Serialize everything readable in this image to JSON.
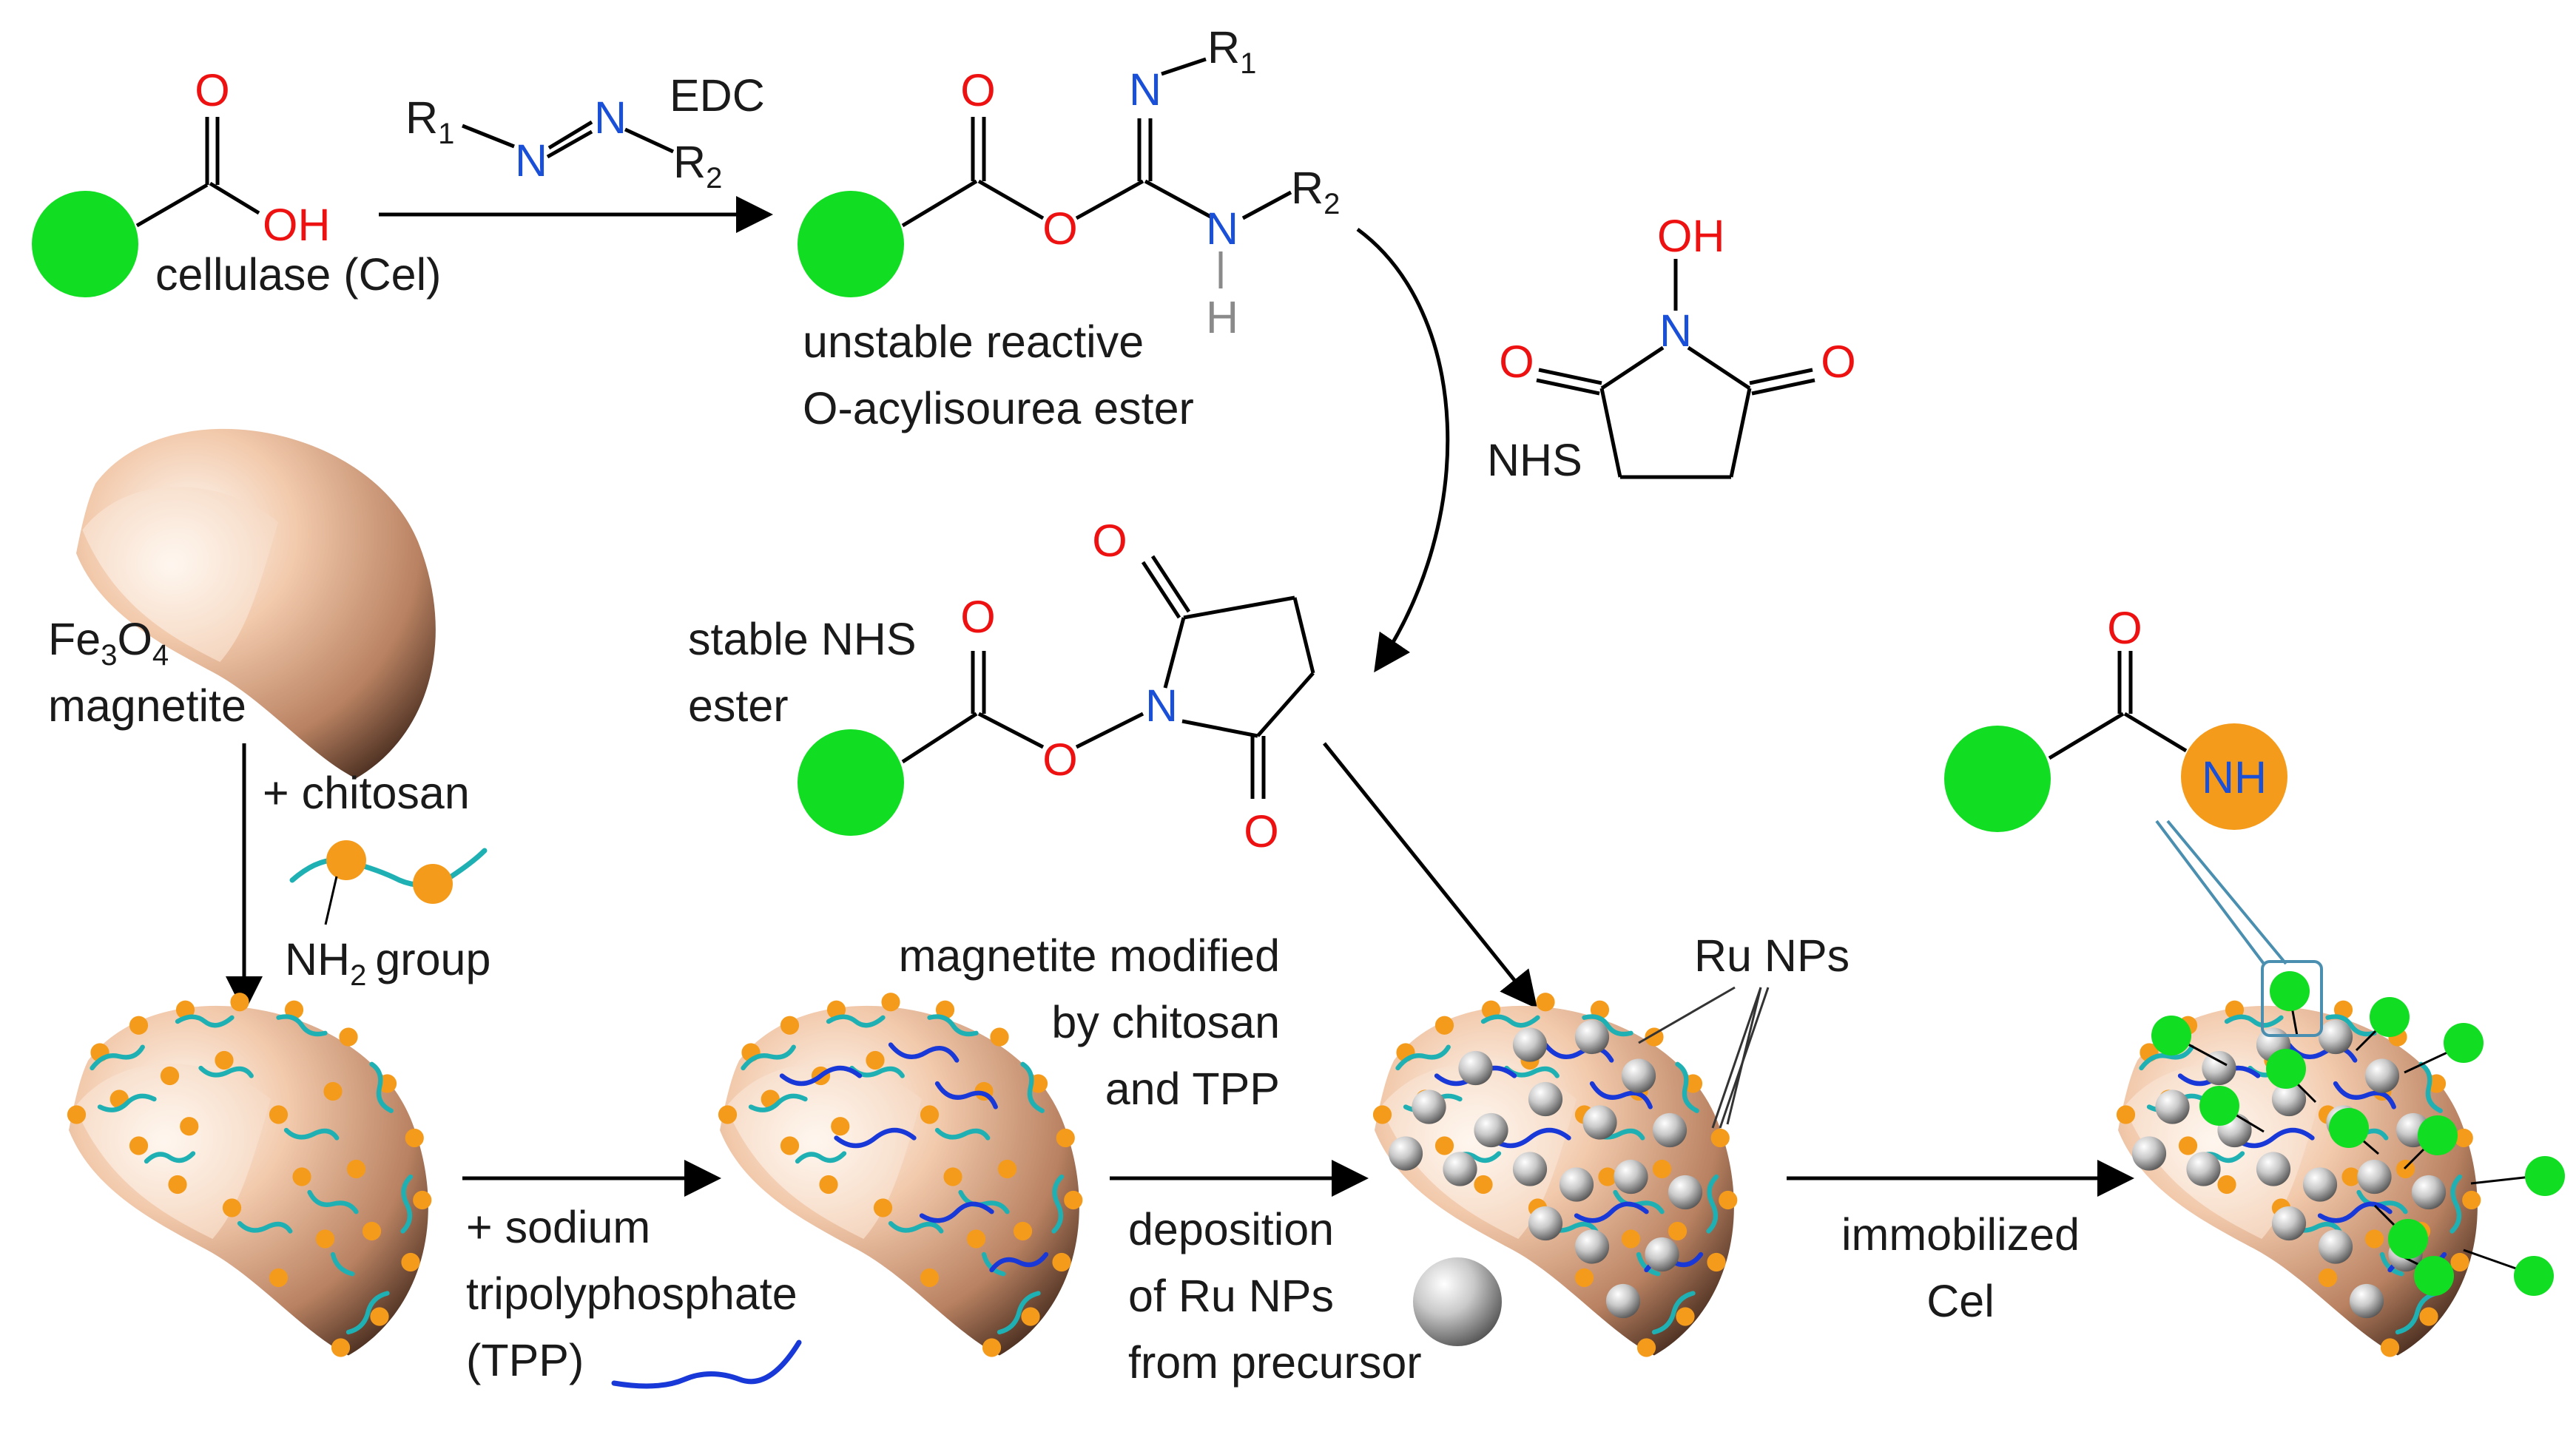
{
  "colors": {
    "oxygen": "#ee1111",
    "nitrogen": "#1a4fd8",
    "hydrogen": "#8a8a8a",
    "enzyme": "#11dd22",
    "amine_group": "#f59b1c",
    "chitosan": "#1fb0b3",
    "tpp": "#1838d8",
    "magnetite": "#f0c3a6",
    "ruthenium": "#b9b9b9",
    "callout": "#4a8fb0"
  },
  "atoms": {
    "O": "O",
    "OH": "OH",
    "N": "N",
    "NH": "NH",
    "H": "H",
    "R": "R",
    "sub_1": "1",
    "sub_2": "2"
  },
  "labels": {
    "edc": "EDC",
    "cellulase": "cellulase (Cel)",
    "unstable_1": "unstable reactive",
    "unstable_2": "O-acylisourea ester",
    "nhs": "NHS",
    "stable_1": "stable NHS",
    "stable_2": "ester",
    "fe": "Fe",
    "fe_sub": "3",
    "fe_o": "O",
    "fe_o_sub": "4",
    "magnetite": "magnetite",
    "plus_chitosan": "+ chitosan",
    "nh": "NH",
    "nh_sub": "2",
    "group": "group",
    "modified_1": "magnetite modified",
    "modified_2": "by chitosan",
    "modified_3": "and TPP",
    "sodium_1": "+ sodium",
    "sodium_2": "tripolyphosphate",
    "sodium_3": "(TPP)",
    "deposition_1": "deposition",
    "deposition_2": "of Ru NPs",
    "deposition_3": "from precursor",
    "ru_nps": "Ru NPs",
    "immobilized_1": "immobilized",
    "immobilized_2": "Cel"
  }
}
